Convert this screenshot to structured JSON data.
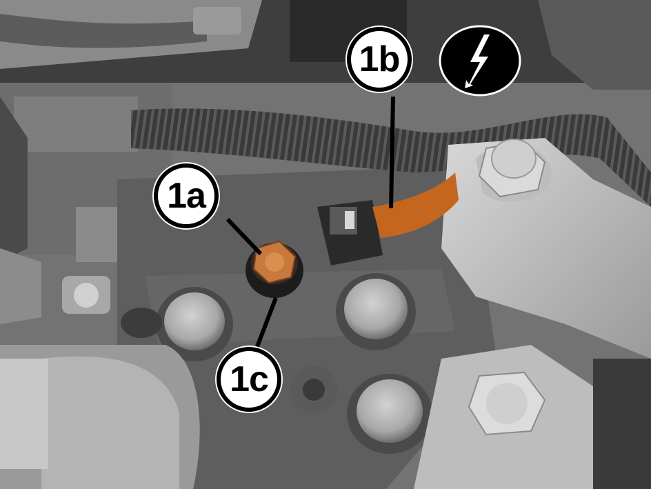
{
  "callouts": {
    "a": "1a",
    "b": "1b",
    "c": "1c"
  },
  "icons": {
    "electrical": "lightning-bolt-icon"
  },
  "colors": {
    "sensor_copper": "#c87a3e",
    "connector_lead": "#c4661d",
    "callout_fill": "#ffffff",
    "callout_stroke": "#000000",
    "badge_fill": "#000000"
  }
}
